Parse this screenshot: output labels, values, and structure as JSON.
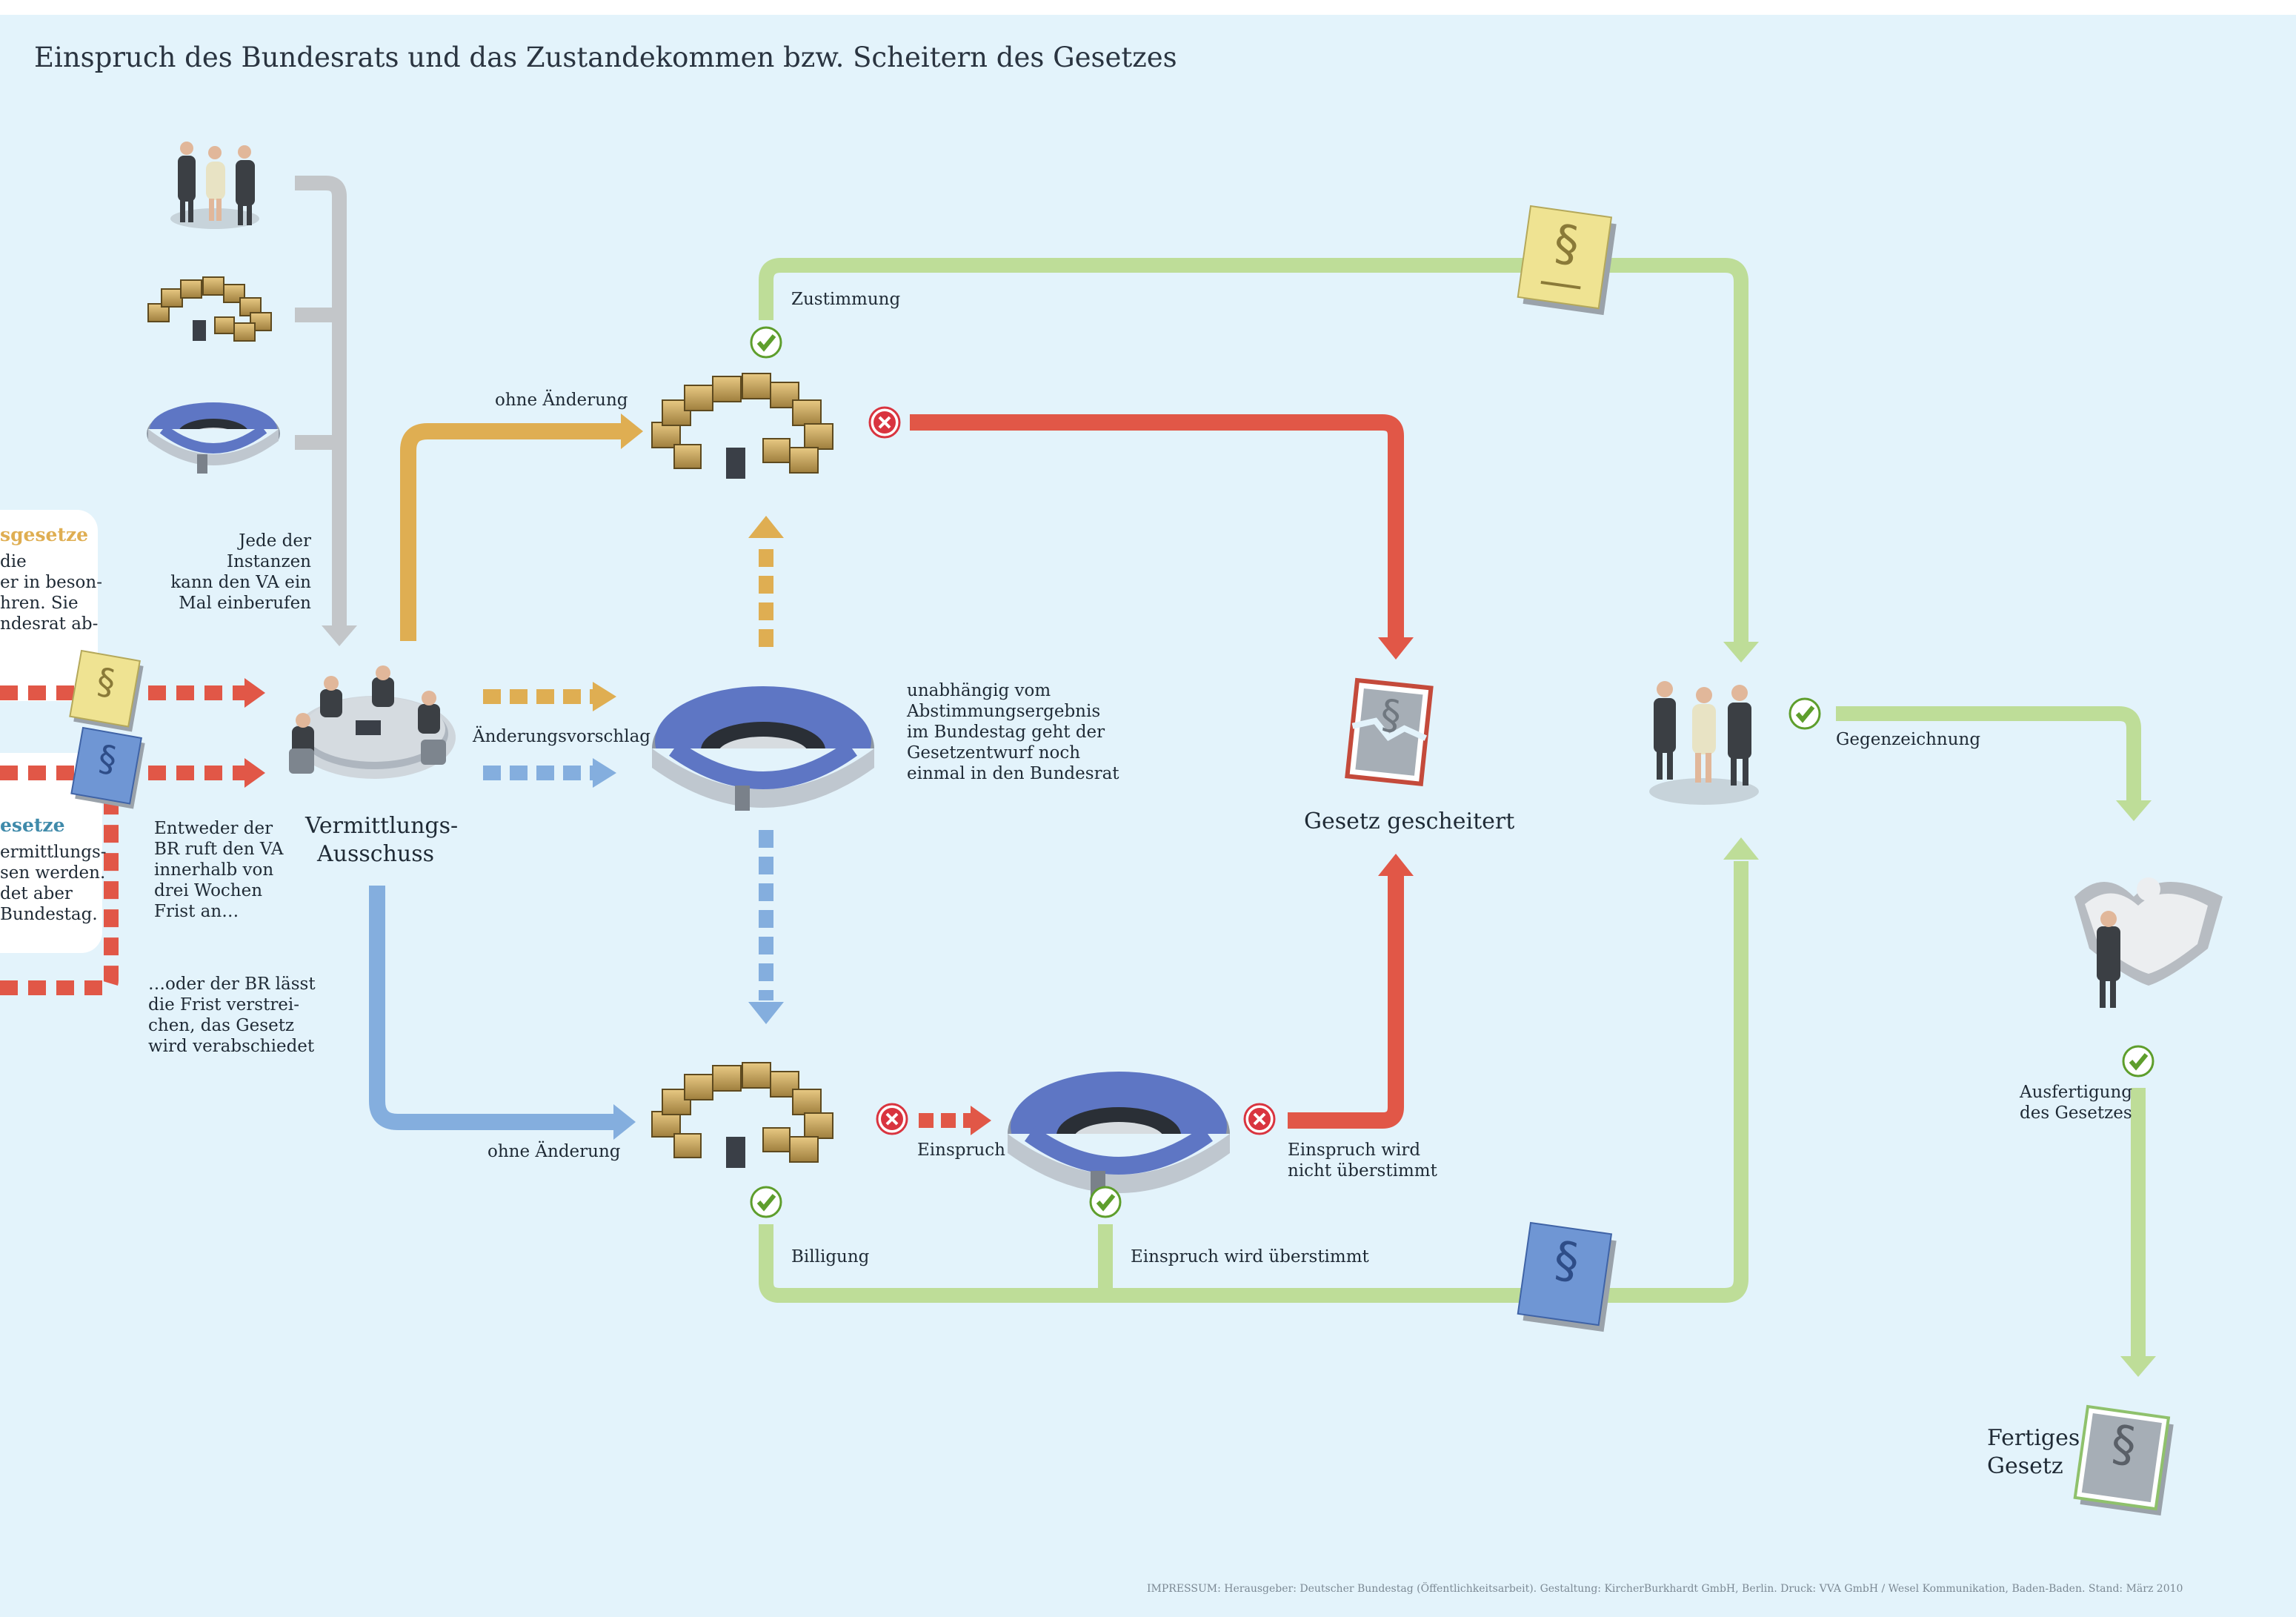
{
  "title": "Einspruch des Bundesrats und das Zustandekommen bzw. Scheitern des Gesetzes",
  "left_box_top": {
    "heading": "sgesetze",
    "text": "die\ner in beson-\nhren. Sie\nndesrat ab-"
  },
  "left_box_bottom": {
    "heading": "esetze",
    "text": "ermittlungs-\nsen werden.\ndet aber\nBundestag."
  },
  "labels": {
    "instanzen": "Jede der Instanzen\nkann den VA ein\nMal einberufen",
    "entweder": "Entweder der\nBR ruft den VA\ninnerhalb von\ndrei Wochen\nFrist an…",
    "oder": "…oder der BR lässt\ndie Frist verstrei-\nchen, das Gesetz\nwird verabschiedet",
    "vermittlung": "Vermittlungs-\nAusschuss",
    "aenderungsvorschlag": "Änderungsvorschlag",
    "ohne_top": "ohne Änderung",
    "ohne_bottom": "ohne Änderung",
    "zustimmung": "Zustimmung",
    "unabhaengig": "unabhängig vom\nAbstimmungsergebnis\nim Bundestag geht der\nGesetzentwurf noch\neinmal in den Bundesrat",
    "gesetz_gescheitert": "Gesetz gescheitert",
    "einspruch": "Einspruch",
    "einspruch_nicht": "Einspruch wird\nnicht überstimmt",
    "billigung": "Billigung",
    "einspruch_ueberstimmt": "Einspruch wird überstimmt",
    "gegenzeichnung": "Gegenzeichnung",
    "ausfertigung": "Ausfertigung\ndes Gesetzes",
    "fertiges": "Fertiges\nGesetz"
  },
  "footer": "IMPRESSUM:     Herausgeber: Deutscher Bundestag (Öffentlichkeitsarbeit).     Gestaltung: KircherBurkhardt GmbH, Berlin.     Druck: VVA GmbH / Wesel Kommunikation, Baden-Baden.     Stand: März 2010",
  "document_symbol": "§",
  "colors": {
    "background": "#e3f3fb",
    "orange": "#dfae52",
    "blue": "#84aede",
    "green": "#bedd98",
    "red": "#e15747",
    "grey": "#c3c6c9",
    "check": "#5e9e2c",
    "cross": "#d9343f",
    "doc_yellow": "#efe392",
    "doc_blue": "#6f96d4",
    "doc_grey": "#a6aeb6",
    "seat_beige": "#c9a866",
    "seat_blue": "#5e76c4"
  },
  "icons": [
    "people-icon",
    "bundesrat-icon",
    "bundestag-icon",
    "committee-icon",
    "document-icon",
    "check-icon",
    "cross-icon",
    "eagle-icon",
    "president-icon",
    "torn-document-icon"
  ]
}
